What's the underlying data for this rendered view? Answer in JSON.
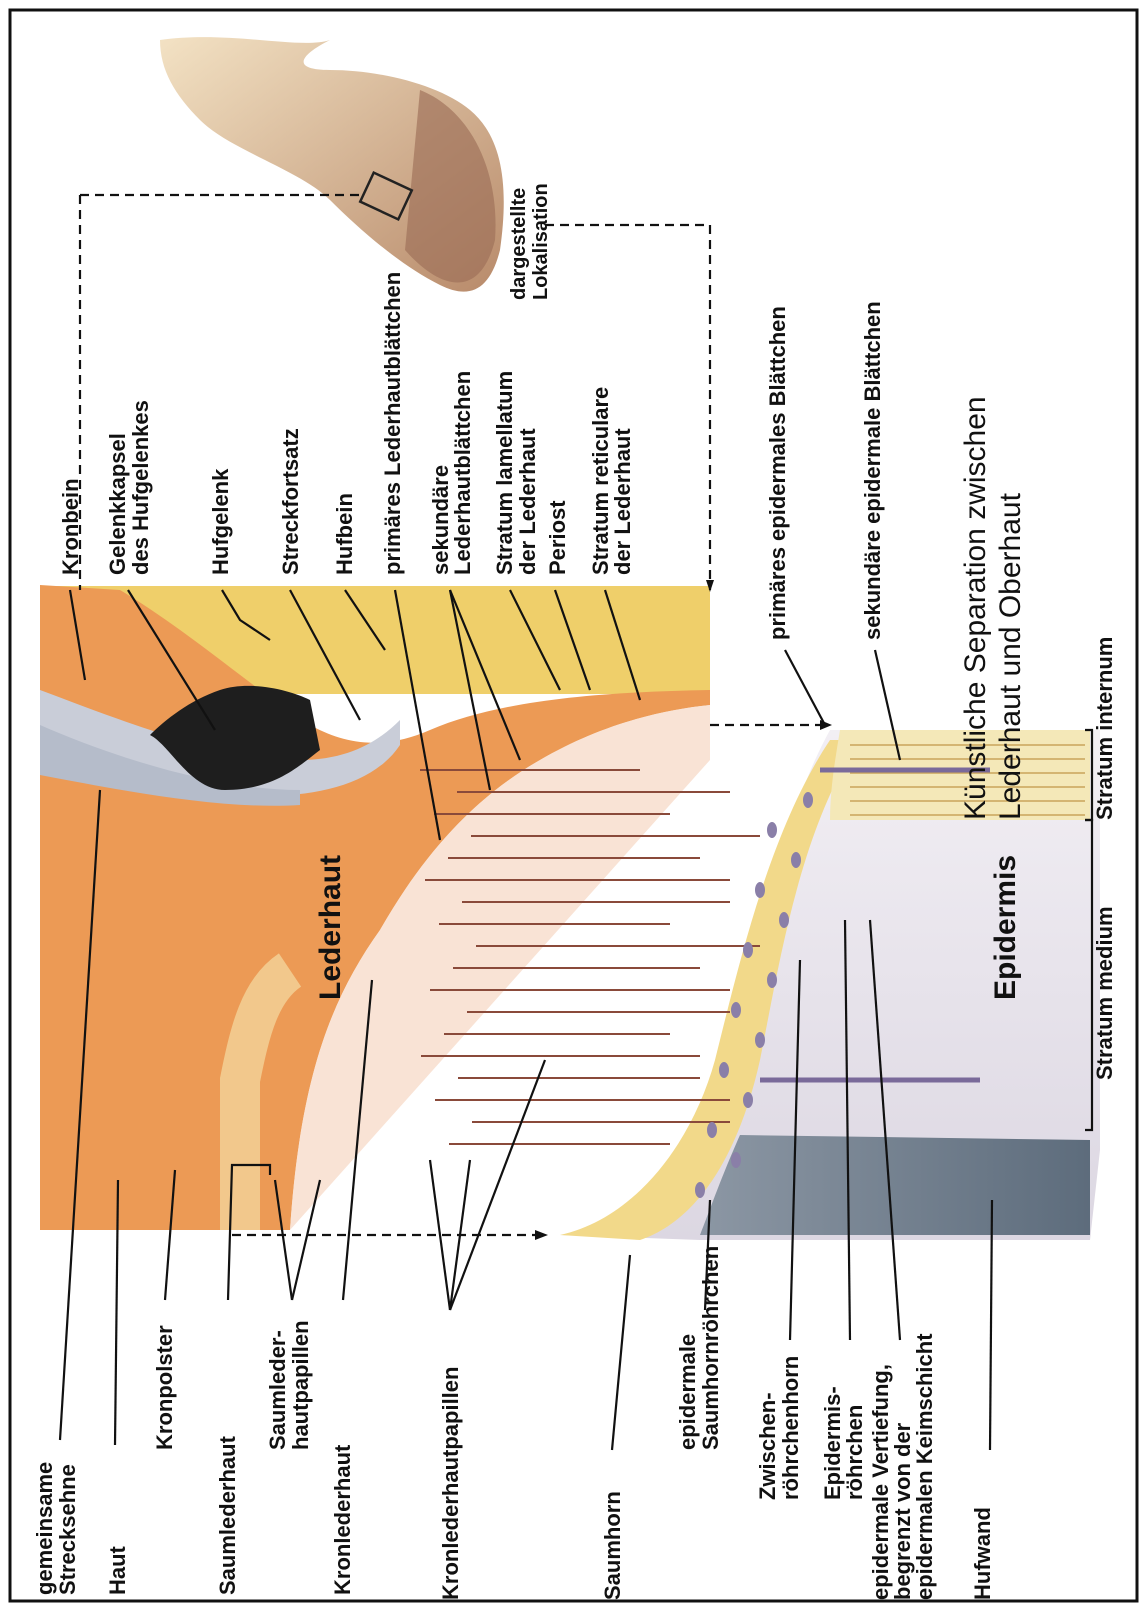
{
  "diagram": {
    "title_line1": "Künstliche Separation zwischen",
    "title_line2": "Lederhaut und Oberhaut",
    "localisation_label": "dargestellte Lokalisation",
    "tissue_labels": {
      "lederhaut": "Lederhaut",
      "epidermis": "Epidermis"
    },
    "labels_top": [
      "Kronbein",
      "Gelenkkapsel des Hufgelenkes",
      "Hufgelenk",
      "Streckfortsatz",
      "Hufbein",
      "primäres Lederhautblättchen",
      "sekundäre Lederhautblättchen",
      "Stratum lamellatum der Lederhaut",
      "Periost",
      "Stratum reticulare der Lederhaut"
    ],
    "labels_right": [
      "primäres epidermales Blättchen",
      "sekundäre epidermale Blättchen"
    ],
    "strata": {
      "internum": "Stratum internum",
      "medium": "Stratum medium"
    },
    "labels_bottom": [
      "gemeinsame Strecksehne",
      "Haut",
      "Kronpolster",
      "Saumlederhaut",
      "Saumlederhautpapillen",
      "Kronlederhaut",
      "Kronlederhautpapillen",
      "Saumhorn",
      "epidermale Saumhornröhrchen",
      "Zwischenröhrchenhorn",
      "Epidermisröhrchen",
      "epidermale Vertiefung, begrenzt von der epidermalen Keimschicht",
      "Hufwand"
    ],
    "label_lines": {
      "gelenkkapsel": [
        "Gelenkkapsel",
        "des Hufgelenkes"
      ],
      "sek_lederhaut": [
        "sekundäre",
        "Lederhautblättchen"
      ],
      "str_lamellatum": [
        "Stratum lamellatum",
        "der Lederhaut"
      ],
      "str_reticulare": [
        "Stratum reticulare",
        "der Lederhaut"
      ],
      "lokalisation": [
        "dargestellte",
        "Lokalisation"
      ],
      "strecksehne": [
        "gemeinsame",
        "Strecksehne"
      ],
      "saumpapillen": [
        "Saumleder-",
        "hautpapillen"
      ],
      "saumroehrchen": [
        "epidermale",
        "Saumhornröhrchen"
      ],
      "zwischenhorn": [
        "Zwischen-",
        "röhrchenhorn"
      ],
      "epiroehrchen": [
        "Epidermis-",
        "röhrchen"
      ],
      "vertiefung": [
        "epidermale Vertiefung,",
        "begrenzt von der",
        "epidermalen Keimschicht"
      ]
    },
    "colors": {
      "dermis": "#ec9a55",
      "bone": "#efcf6a",
      "tendon": "#c9cdd8",
      "epidermis_light": "#e9e4ec",
      "hoof_dark": "#6f7e8e",
      "lamina": "#8a4a3a"
    }
  }
}
